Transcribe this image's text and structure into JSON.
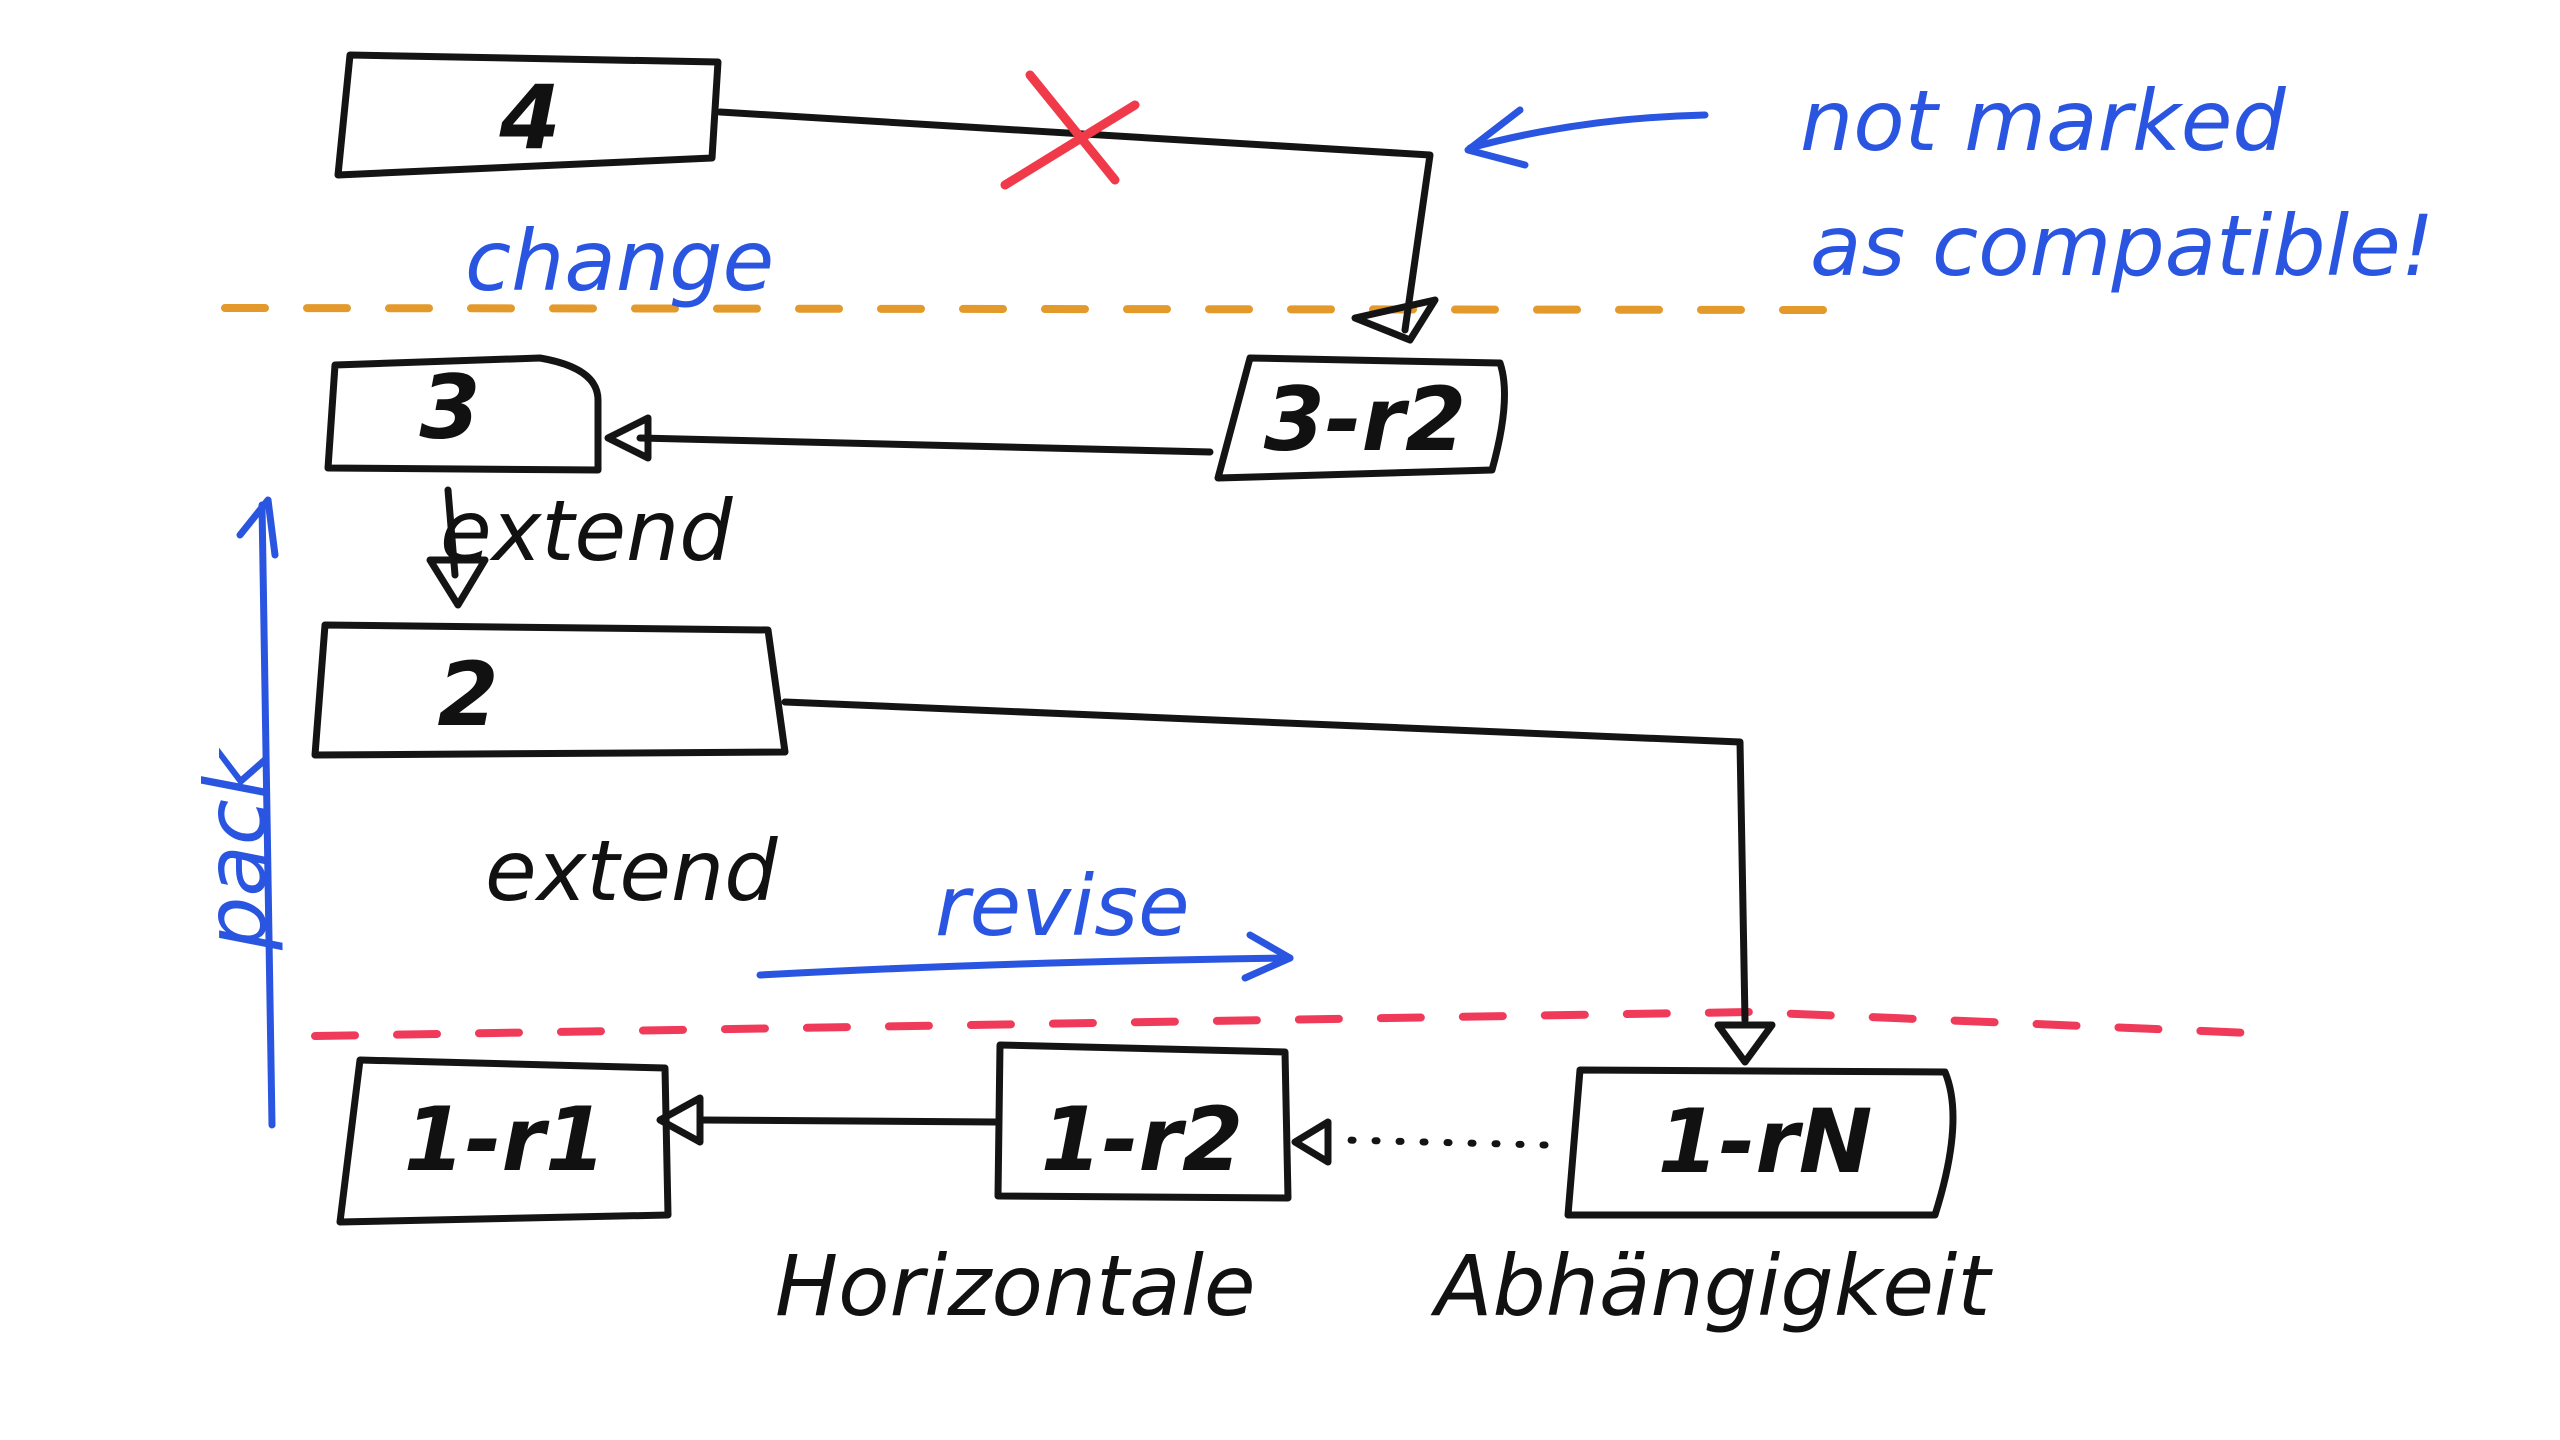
{
  "diagram": {
    "boxes": {
      "v4": "4",
      "v3": "3",
      "v3r2": "3-r2",
      "v2": "2",
      "v1r1": "1-r1",
      "v1r2": "1-r2",
      "v1rN": "1-rN"
    },
    "labels": {
      "change": "change",
      "extend_top": "extend",
      "extend_mid": "extend",
      "revise": "revise",
      "pack": "pack",
      "note_line1": "not marked",
      "note_line2": "as compatible!",
      "bottom_left": "Horizontale",
      "bottom_right": "Abhängigkeit"
    },
    "colors": {
      "ink": "#141414",
      "blue": "#2a55e0",
      "orange": "#e39a2b",
      "red": "#f03a5a"
    }
  }
}
